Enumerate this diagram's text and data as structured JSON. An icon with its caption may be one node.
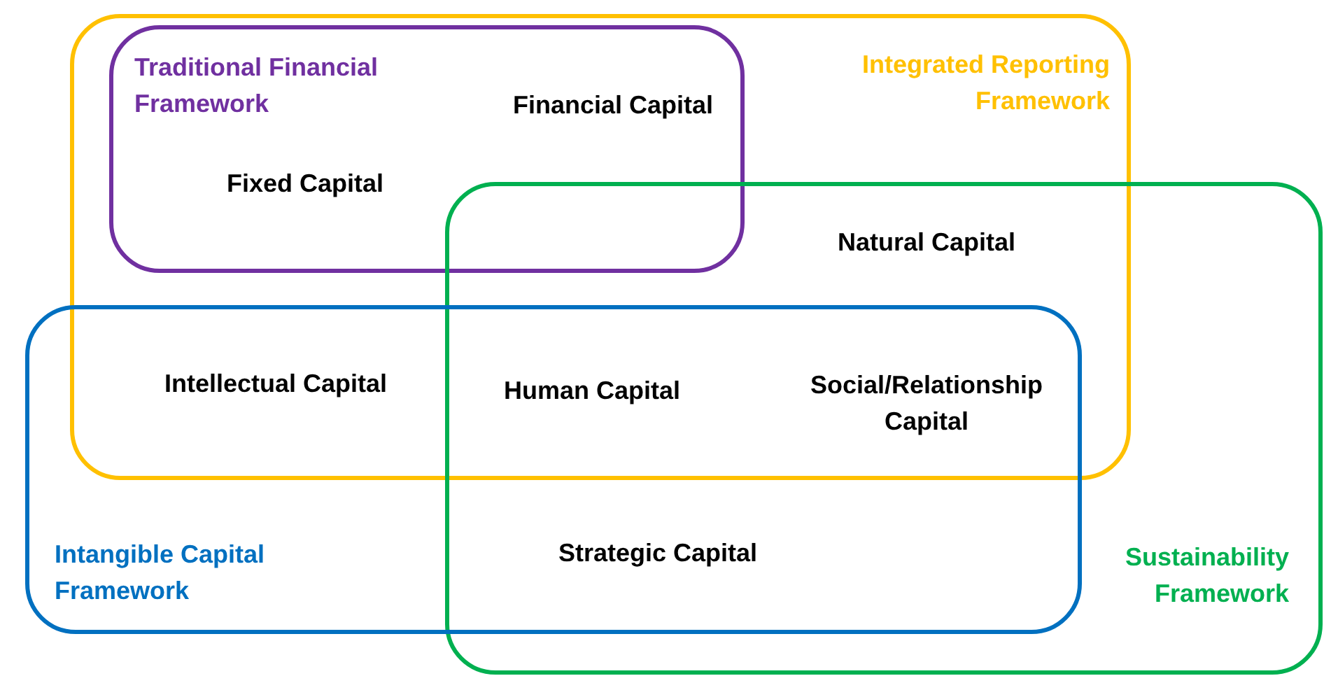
{
  "diagram": {
    "nodes": [
      {
        "text": [
          "Integrated Reporting Framework"
        ]
      },
      {
        "text": [
          "Traditional Financial Framework"
        ],
        "in": 0
      },
      {
        "text": [
          "Sustainability Framework"
        ]
      },
      {
        "text": [
          "Intangible Capital Framework"
        ]
      }
    ],
    "labels": [
      "Financial Capital",
      "Fixed Capital",
      "Natural Capital",
      "Intellectual Capital",
      "Human Capital",
      "Social/Relationship Capital",
      "Strategic Capital"
    ]
  }
}
